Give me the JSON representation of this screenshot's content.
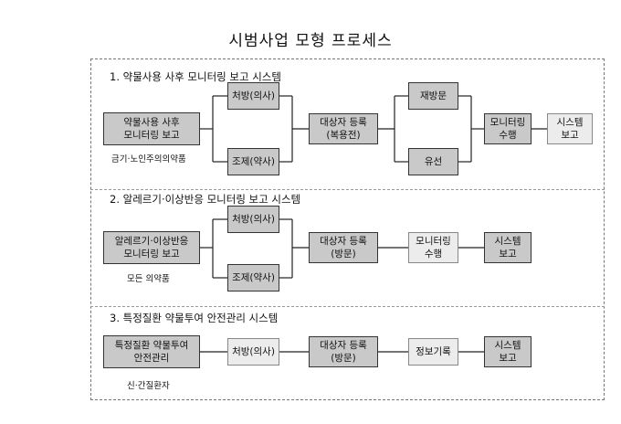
{
  "title": "시범사업 모형 프로세스",
  "sections": [
    {
      "heading": "1. 약물사용 사후 모니터링 보고 시스템",
      "start_box": [
        "약물사용 사후",
        "모니터링 보고"
      ],
      "note": "금기·노인주의의약품",
      "prescribe": "처방(의사)",
      "dispense": "조제(약사)",
      "register": [
        "대상자 등록",
        "(복용전)"
      ],
      "revisit": "재방문",
      "phone": "유선",
      "monitor": [
        "모니터링",
        "수행"
      ],
      "report": [
        "시스템",
        "보고"
      ]
    },
    {
      "heading": "2. 알레르기·이상반응 모니터링 보고 시스템",
      "start_box": [
        "알레르기·이상반응",
        "모니터링 보고"
      ],
      "note": "모든 의약품",
      "prescribe": "처방(의사)",
      "dispense": "조제(약사)",
      "register": [
        "대상자 등록",
        "(방문)"
      ],
      "monitor": [
        "모니터링",
        "수행"
      ],
      "report": [
        "시스템",
        "보고"
      ]
    },
    {
      "heading": "3. 특정질환 약물투여 안전관리 시스템",
      "start_box": [
        "특정질환 약물투여",
        "안전관리"
      ],
      "note": "신·간질환자",
      "prescribe": "처방(의사)",
      "register": [
        "대상자 등록",
        "(방문)"
      ],
      "record": "정보기록",
      "report": [
        "시스템",
        "보고"
      ]
    }
  ]
}
